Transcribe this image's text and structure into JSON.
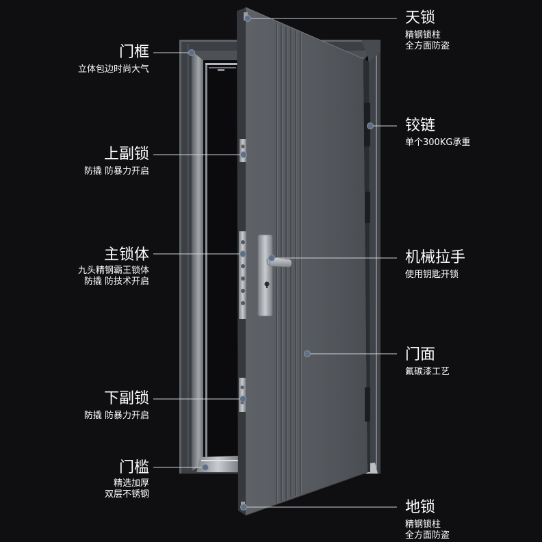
{
  "colors": {
    "background": "#0f0f11",
    "text": "#ffffff",
    "leader_line": "#cfd2d6",
    "marker_dot": "#5f6f86",
    "door_face": "#565a5f",
    "frame": "#3c3f44"
  },
  "callouts_left": [
    {
      "title": "门框",
      "lines": [
        "立体包边时尚大气"
      ]
    },
    {
      "title": "上副锁",
      "lines": [
        "防撬 防暴力开启"
      ]
    },
    {
      "title": "主锁体",
      "lines": [
        "九头精钢霸王锁体",
        "防撬 防技术开启"
      ]
    },
    {
      "title": "下副锁",
      "lines": [
        "防撬 防暴力开启"
      ]
    },
    {
      "title": "门槛",
      "lines": [
        "精选加厚",
        "双层不锈钢"
      ]
    }
  ],
  "callouts_right": [
    {
      "title": "天锁",
      "lines": [
        "精钢锁柱",
        "全方面防盗"
      ]
    },
    {
      "title": "铰链",
      "lines": [
        "单个300KG承重"
      ]
    },
    {
      "title": "机械拉手",
      "lines": [
        "使用钥匙开锁"
      ]
    },
    {
      "title": "门面",
      "lines": [
        "氟碳漆工艺"
      ]
    },
    {
      "title": "地锁",
      "lines": [
        "精钢锁柱",
        "全方面防盗"
      ]
    }
  ]
}
